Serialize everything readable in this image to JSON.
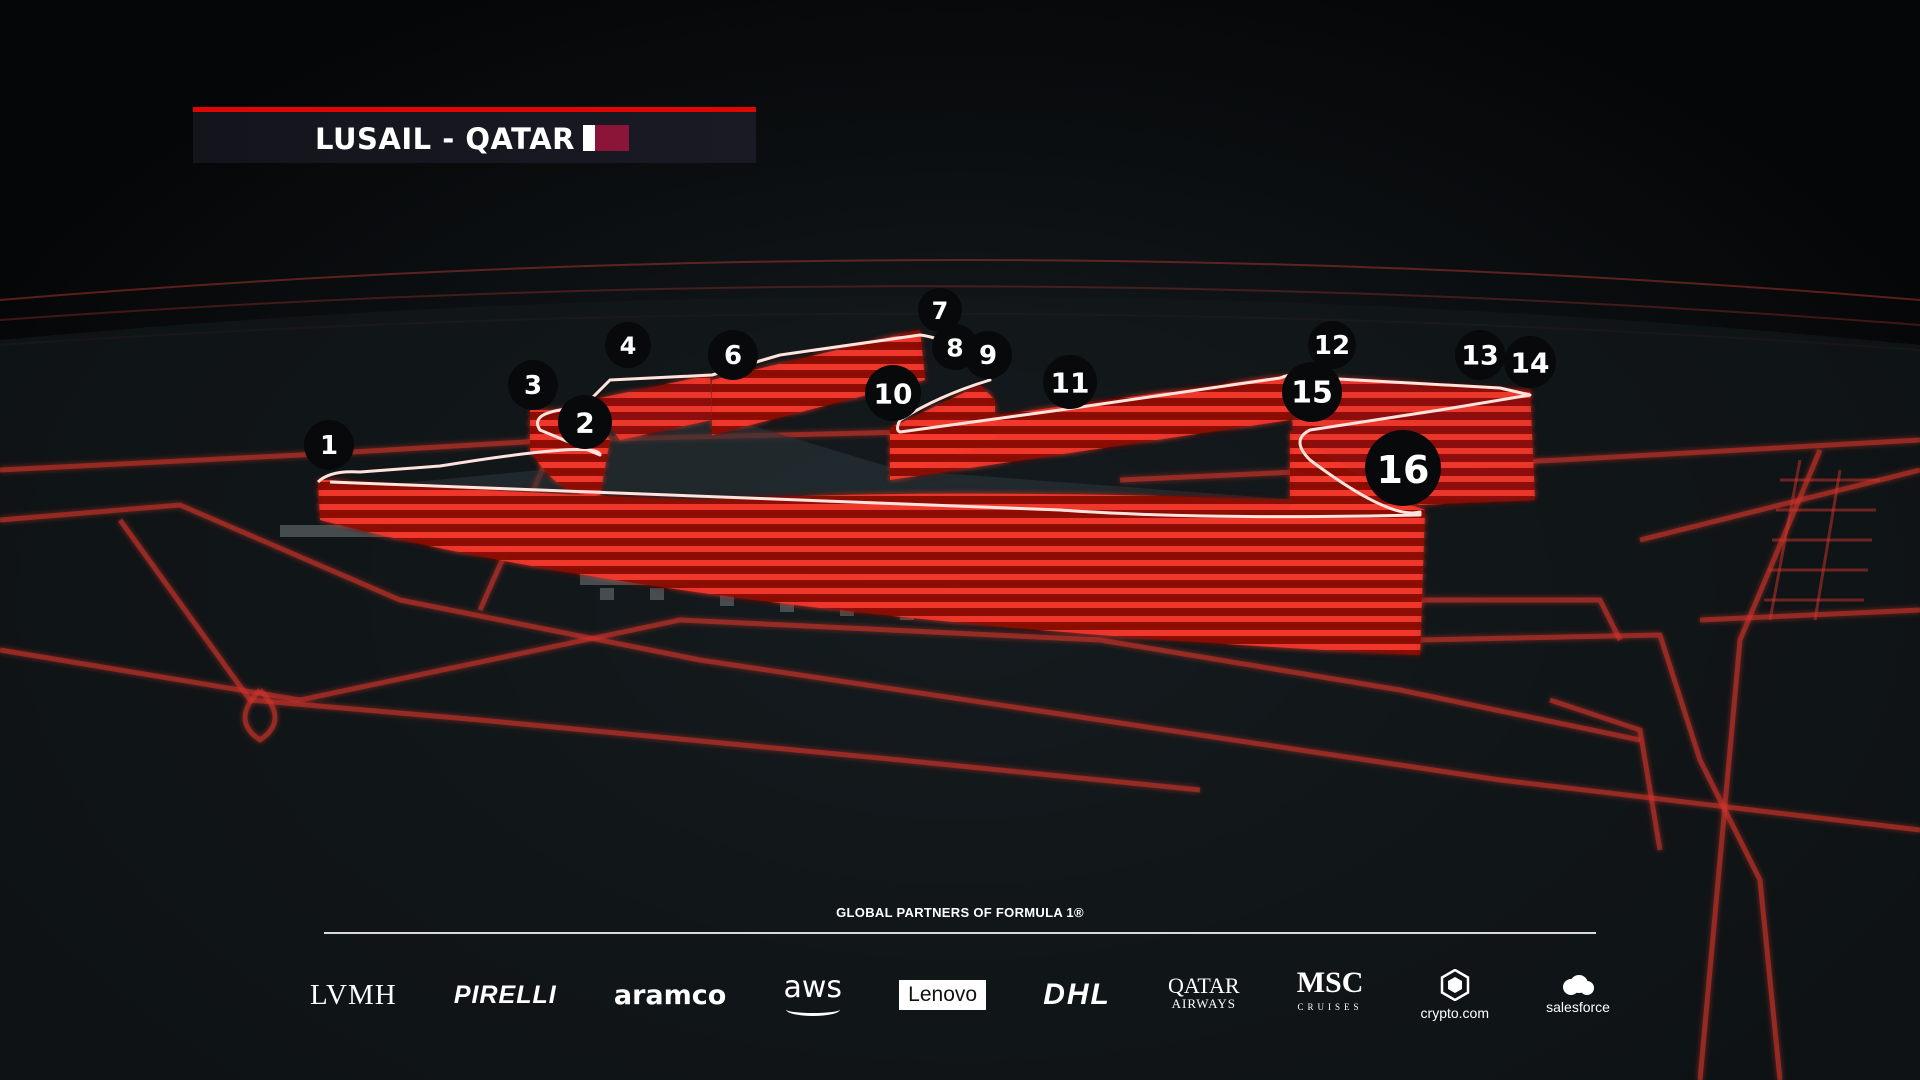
{
  "header": {
    "title": "LUSAIL - QATAR",
    "flag_colors": {
      "hoist": "#ffffff",
      "fly": "#8a1538"
    },
    "accent": "#e10600"
  },
  "track": {
    "color": "#e10600",
    "turns": [
      "1",
      "2",
      "3",
      "4",
      "6",
      "7",
      "8",
      "9",
      "10",
      "11",
      "12",
      "13",
      "14",
      "15",
      "16"
    ]
  },
  "footer": {
    "partners_label": "GLOBAL PARTNERS OF FORMULA 1®",
    "logos": {
      "lvmh": "LVMH",
      "pirelli": "PIRELLI",
      "aramco": "aramco",
      "aws": "aws",
      "lenovo": "Lenovo",
      "dhl": "DHL",
      "qatar": "QATAR",
      "qatar_sub": "AIRWAYS",
      "msc": "MSC",
      "msc_sub": "CRUISES",
      "crypto": "crypto.com",
      "salesforce": "salesforce"
    }
  }
}
